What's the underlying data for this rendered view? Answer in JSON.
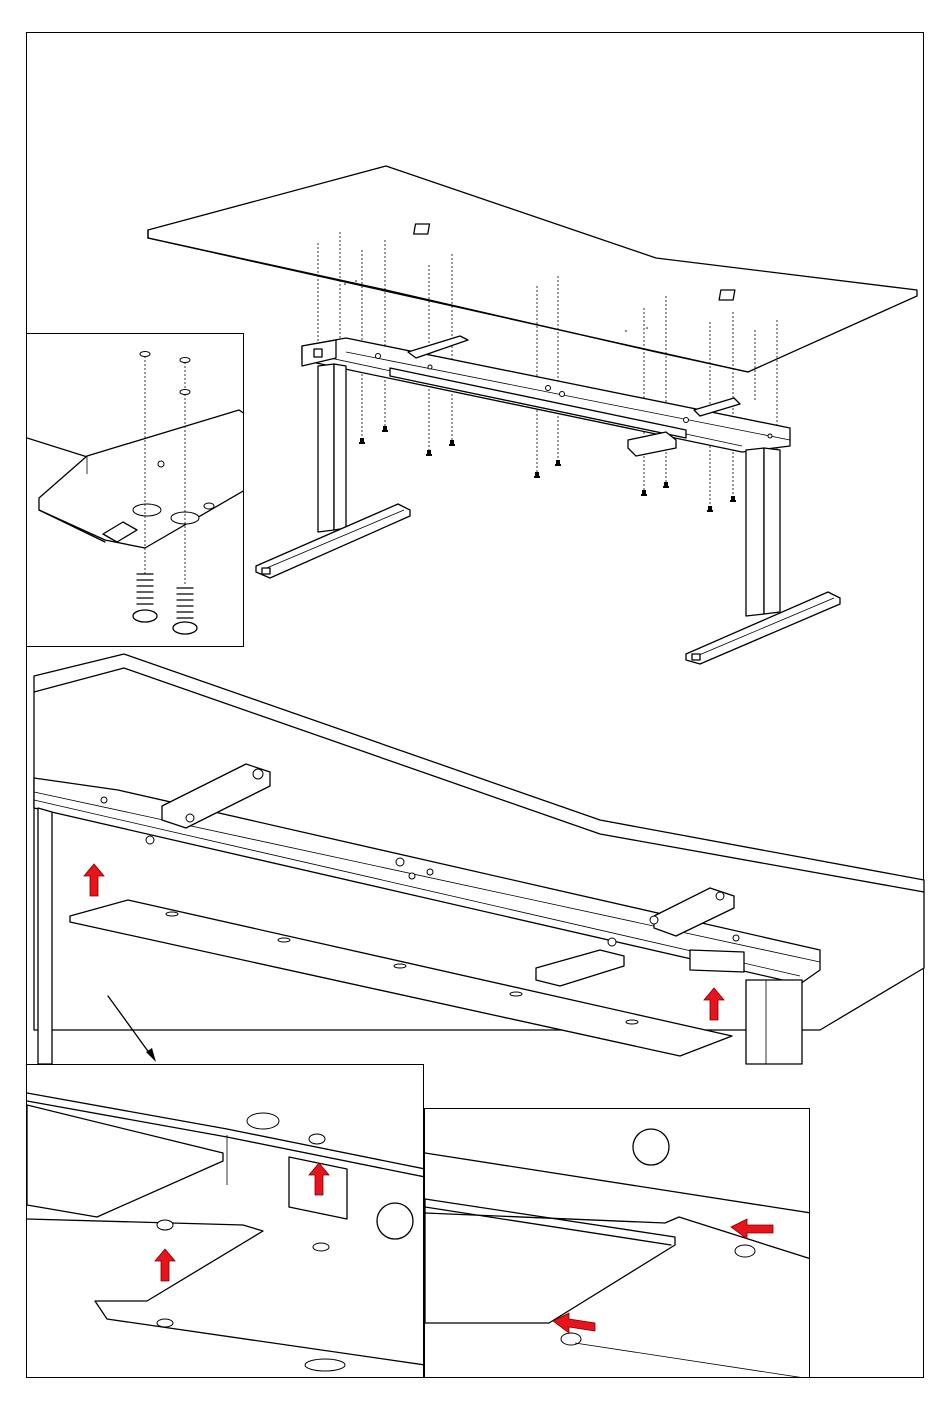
{
  "figure": {
    "kind": "assembly-instruction",
    "colors": {
      "line": "#000000",
      "background": "#ffffff",
      "arrow": "#e8131b"
    },
    "icons": [
      "tabletop",
      "desk-frame",
      "leg",
      "foot",
      "screw",
      "crossbar",
      "cable-tray",
      "up-arrow",
      "left-arrow",
      "callout-arrow"
    ]
  }
}
